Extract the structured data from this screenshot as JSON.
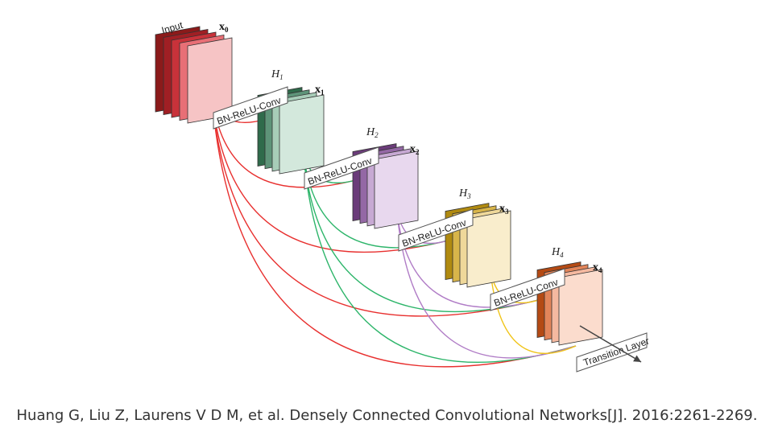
{
  "diagram": {
    "input_label": "Input",
    "blocks": [
      {
        "id": "x0",
        "var": "x",
        "sub": "0",
        "colors": [
          "#8b1a1a",
          "#a01f24",
          "#c8323a",
          "#e86f76",
          "#f6c4c5"
        ]
      },
      {
        "id": "x1",
        "var": "x",
        "sub": "1",
        "colors": [
          "#2f6b4b",
          "#5e9479",
          "#a7cdb8",
          "#d3e8dc"
        ]
      },
      {
        "id": "x2",
        "var": "x",
        "sub": "2",
        "colors": [
          "#6b3c7a",
          "#9468a5",
          "#c7a9d3",
          "#e8d8ee"
        ]
      },
      {
        "id": "x3",
        "var": "x",
        "sub": "3",
        "colors": [
          "#b08a10",
          "#d8b54a",
          "#efd89a",
          "#f9edcc"
        ]
      },
      {
        "id": "x4",
        "var": "x",
        "sub": "4",
        "colors": [
          "#b44a14",
          "#e3855a",
          "#f5b9a0",
          "#fbdccd"
        ]
      }
    ],
    "layers": [
      {
        "var": "H",
        "sub": "1",
        "op": "BN-ReLU-Conv"
      },
      {
        "var": "H",
        "sub": "2",
        "op": "BN-ReLU-Conv"
      },
      {
        "var": "H",
        "sub": "3",
        "op": "BN-ReLU-Conv"
      },
      {
        "var": "H",
        "sub": "4",
        "op": "BN-ReLU-Conv"
      }
    ],
    "transition_label": "Transition Layer",
    "connection_colors": {
      "x0": "#e8302f",
      "x1": "#2db56a",
      "x2": "#b07cc6",
      "x3": "#f0c419"
    }
  },
  "citation": "Huang G, Liu Z, Laurens V D M, et al. Densely Connected Convolutional Networks[J]. 2016:2261-2269."
}
